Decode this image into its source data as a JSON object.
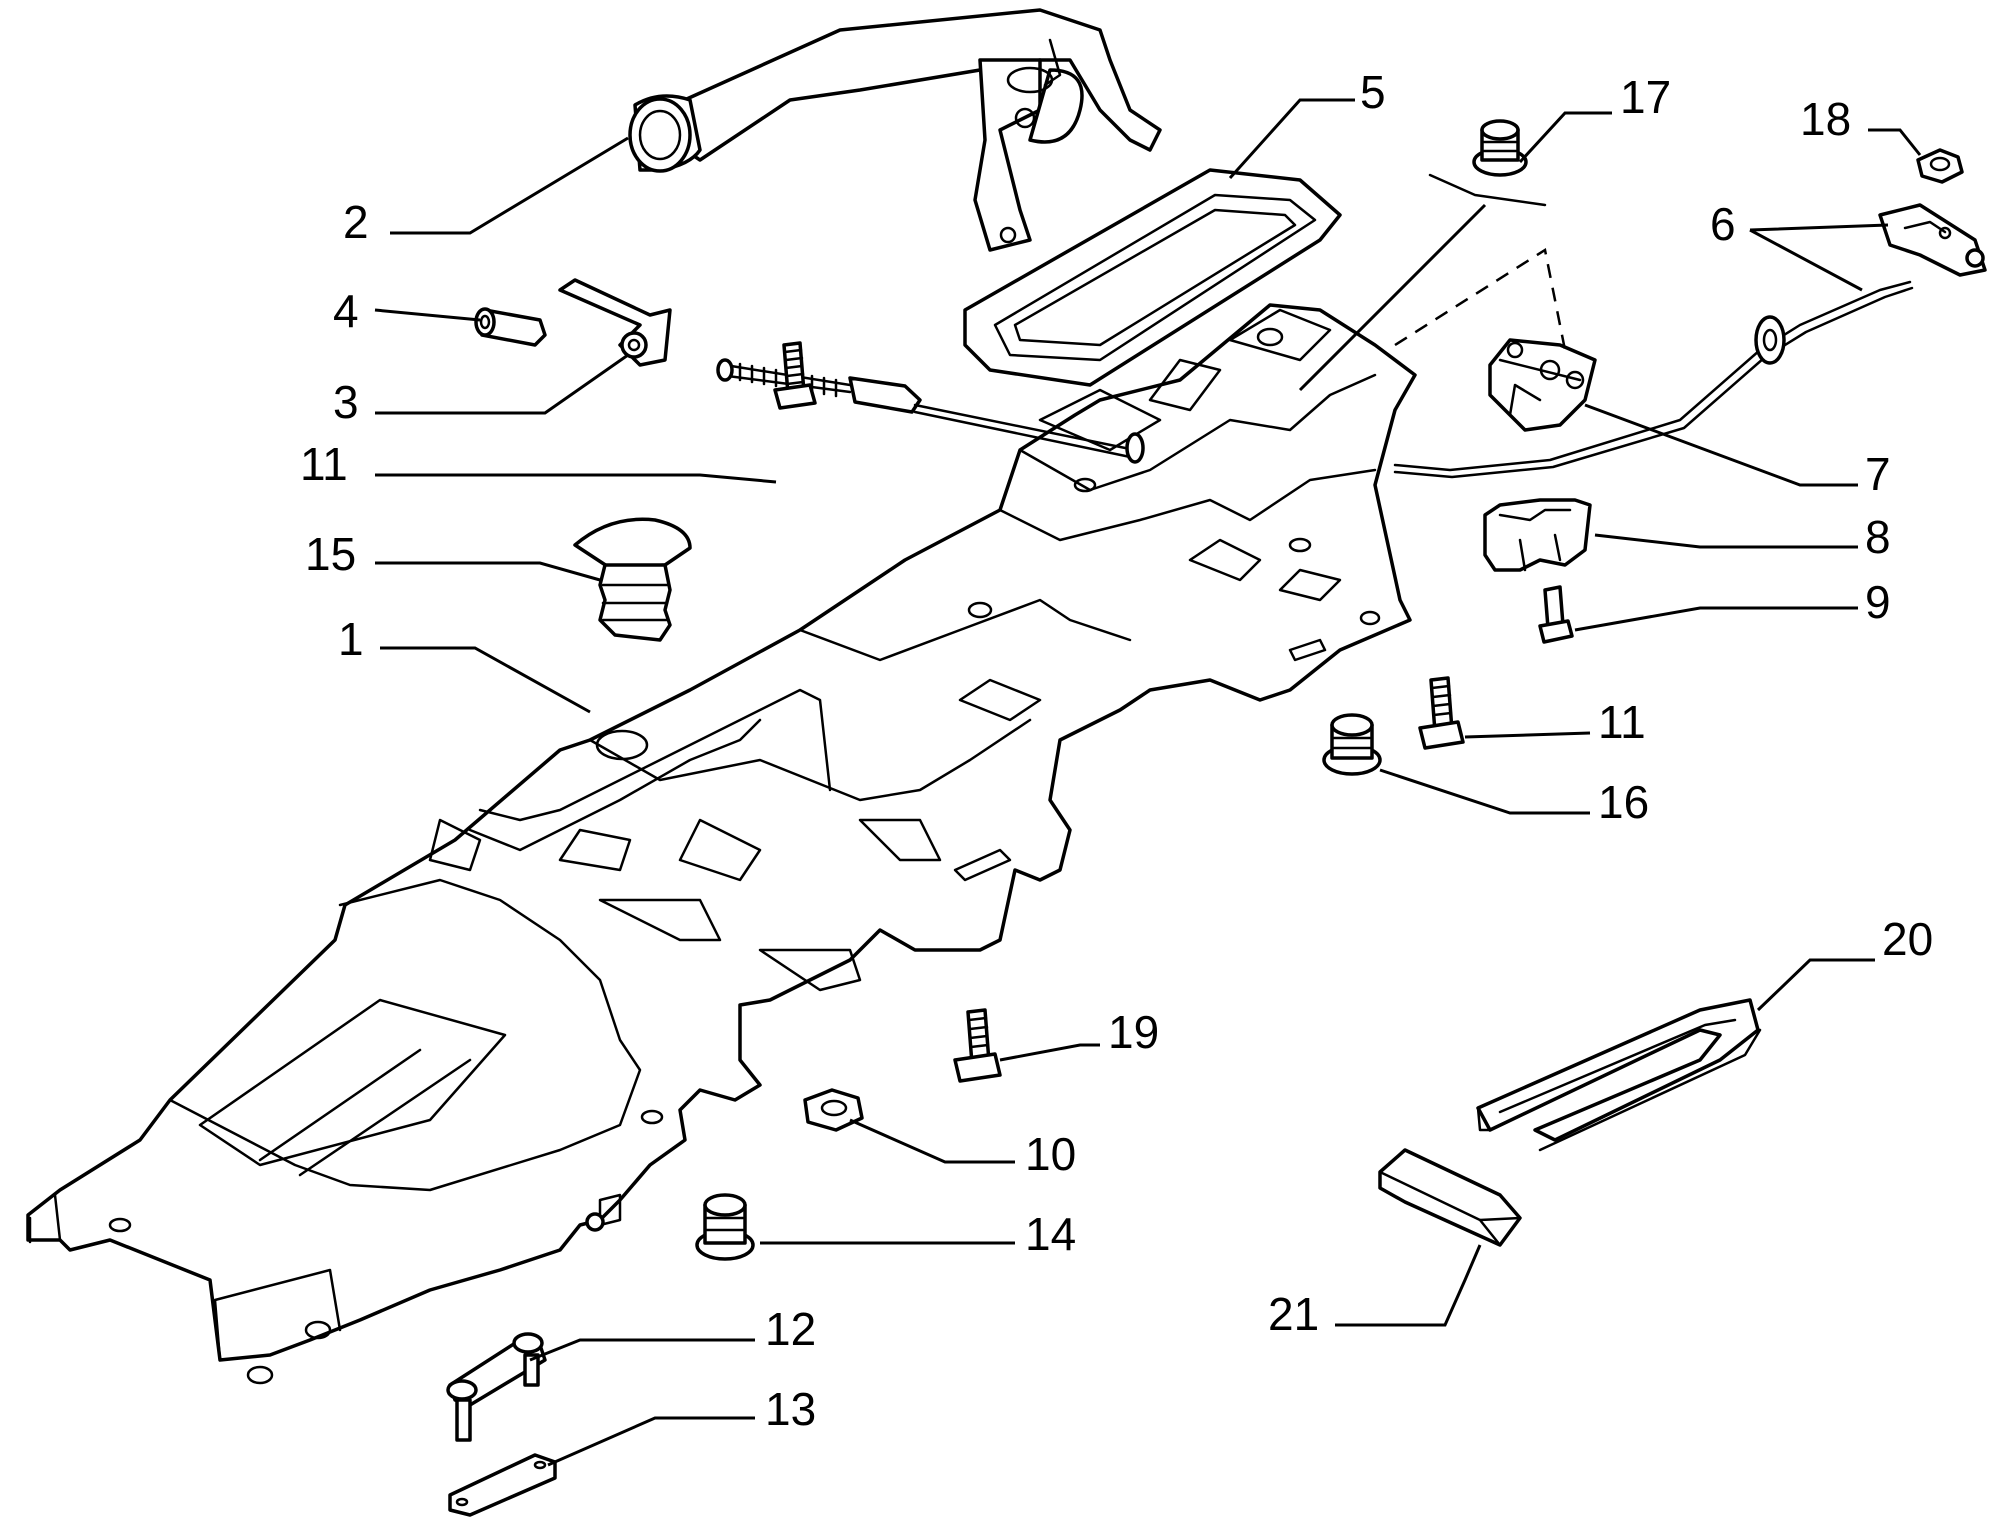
{
  "callouts": {
    "c1": "1",
    "c2": "2",
    "c3": "3",
    "c4": "4",
    "c5": "5",
    "c6": "6",
    "c7": "7",
    "c8": "8",
    "c9": "9",
    "c10": "10",
    "c11a": "11",
    "c11b": "11",
    "c12": "12",
    "c13": "13",
    "c14": "14",
    "c15": "15",
    "c16": "16",
    "c17": "17",
    "c18": "18",
    "c19": "19",
    "c20": "20",
    "c21": "21"
  },
  "colors": {
    "line": "#000000",
    "background": "#ffffff"
  }
}
